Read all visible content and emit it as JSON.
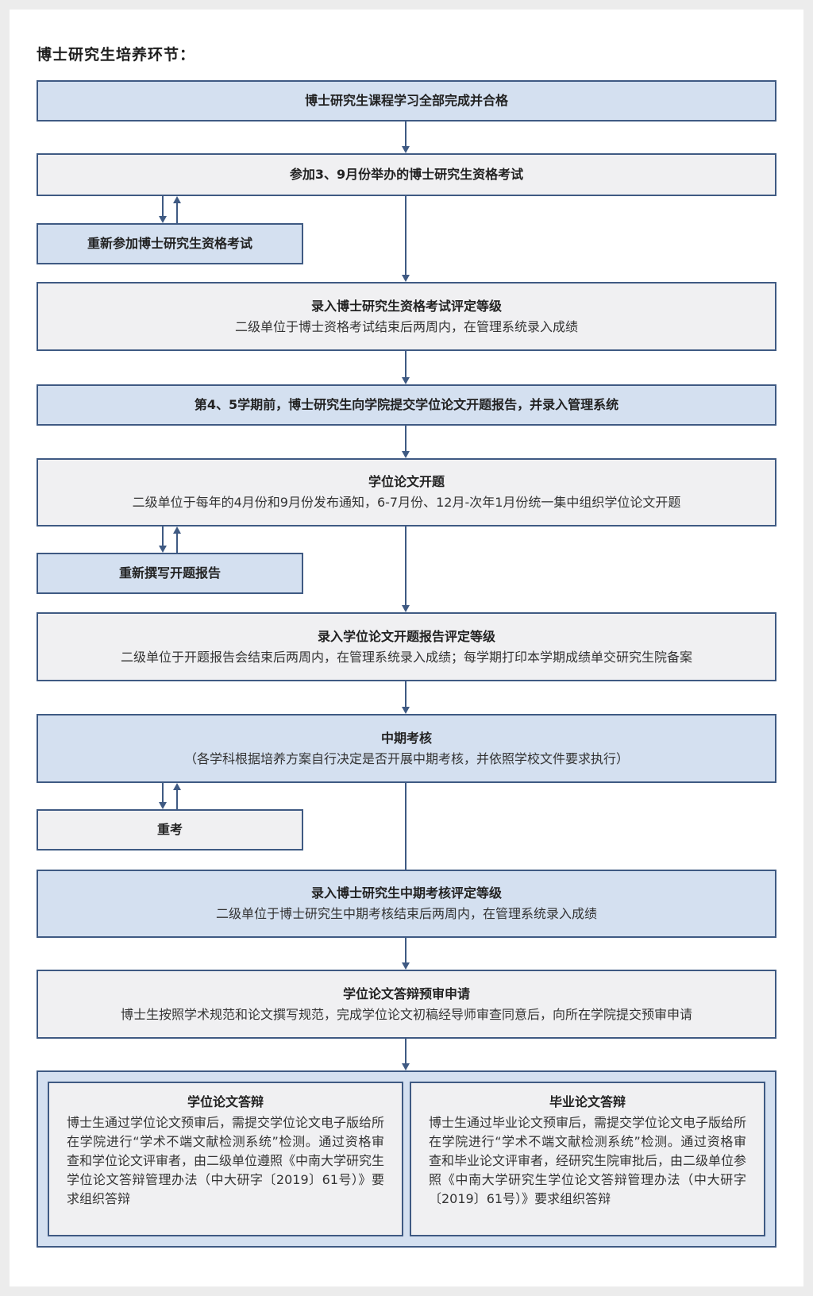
{
  "heading": "博士研究生培养环节：",
  "steps": {
    "s1": {
      "title": "博士研究生课程学习全部完成并合格"
    },
    "s2": {
      "title": "参加3、9月份举办的博士研究生资格考试"
    },
    "s2r": {
      "title": "重新参加博士研究生资格考试"
    },
    "s3": {
      "title": "录入博士研究生资格考试评定等级",
      "desc": "二级单位于博士资格考试结束后两周内，在管理系统录入成绩"
    },
    "s4": {
      "title": "第4、5学期前，博士研究生向学院提交学位论文开题报告，并录入管理系统"
    },
    "s5": {
      "title": "学位论文开题",
      "desc": "二级单位于每年的4月份和9月份发布通知，6-7月份、12月-次年1月份统一集中组织学位论文开题"
    },
    "s5r": {
      "title": "重新撰写开题报告"
    },
    "s6": {
      "title": "录入学位论文开题报告评定等级",
      "desc": "二级单位于开题报告会结束后两周内，在管理系统录入成绩；每学期打印本学期成绩单交研究生院备案"
    },
    "s7": {
      "title": "中期考核",
      "desc": "（各学科根据培养方案自行决定是否开展中期考核，并依照学校文件要求执行）"
    },
    "s7r": {
      "title": "重考"
    },
    "s8": {
      "title": "录入博士研究生中期考核评定等级",
      "desc": "二级单位于博士研究生中期考核结束后两周内，在管理系统录入成绩"
    },
    "s9": {
      "title": "学位论文答辩预审申请",
      "desc": "博士生按照学术规范和论文撰写规范，完成学位论文初稿经导师审查同意后，向所在学院提交预审申请"
    }
  },
  "final": {
    "left": {
      "title": "学位论文答辩",
      "body": "博士生通过学位论文预审后，需提交学位论文电子版给所在学院进行“学术不端文献检测系统”检测。通过资格审查和学位论文评审者，由二级单位遵照《中南大学研究生学位论文答辩管理办法（中大研字〔2019〕61号）》要求组织答辩"
    },
    "right": {
      "title": "毕业论文答辩",
      "body": "博士生通过毕业论文预审后，需提交学位论文电子版给所在学院进行“学术不端文献检测系统”检测。通过资格审查和毕业论文评审者，经研究生院审批后，由二级单位参照《中南大学研究生学位论文答辩管理办法（中大研字〔2019〕61号）》要求组织答辩"
    }
  },
  "colors": {
    "border": "#3f5a83",
    "fill_blue": "#d4e0f0",
    "fill_gray": "#f0f0f2"
  }
}
